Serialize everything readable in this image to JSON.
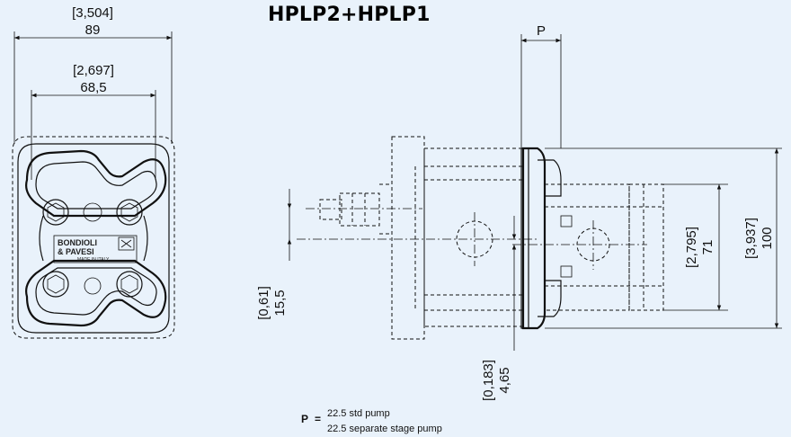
{
  "title": "HPLP2+HPLP1",
  "dimensions": {
    "width_total_in": "[3,504]",
    "width_total_mm": "89",
    "width_bolt_in": "[2,697]",
    "width_bolt_mm": "68,5",
    "p_label": "P",
    "height_total_in": "[3,937]",
    "height_total_mm": "100",
    "height_flange_in": "[2,795]",
    "height_flange_mm": "71",
    "shaft_offset_in": "[0,61]",
    "shaft_offset_mm": "15,5",
    "port_offset_in": "[0,183]",
    "port_offset_mm": "4,65"
  },
  "brand": {
    "line1": "BONDIOLI",
    "line2": "& PAVESI",
    "line3": "MADE IN ITALY"
  },
  "legend": {
    "symbol": "P",
    "equals": "=",
    "line1": "22.5 std pump",
    "line2": "22.5 separate stage pump"
  }
}
